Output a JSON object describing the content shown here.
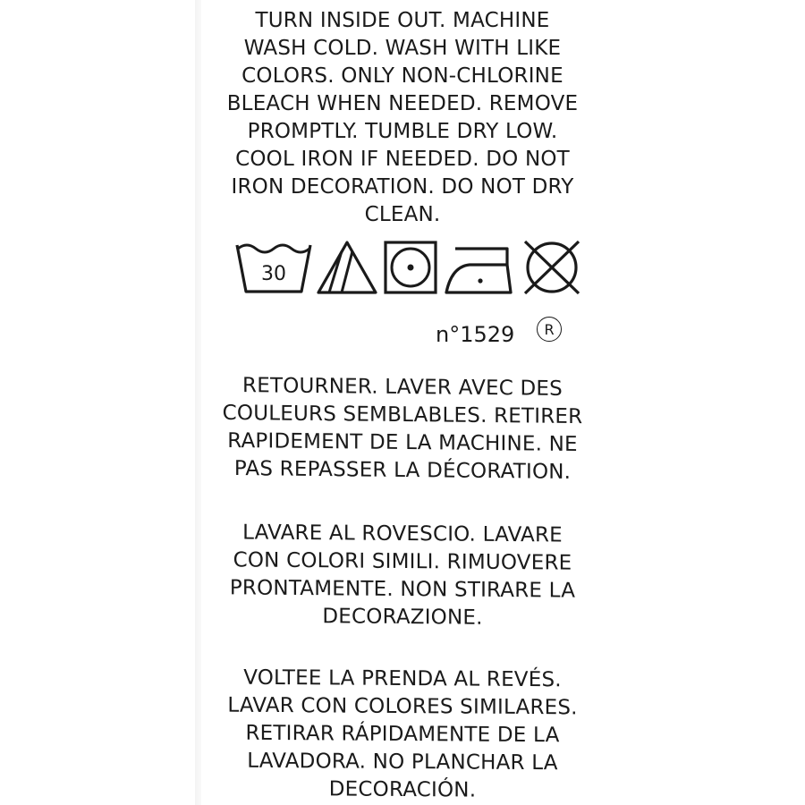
{
  "care_label": {
    "english": [
      "TURN INSIDE OUT. MACHINE",
      "WASH COLD. WASH WITH LIKE",
      "COLORS. ONLY NON-CHLORINE",
      "BLEACH WHEN NEEDED. REMOVE",
      "PROMPTLY. TUMBLE DRY LOW.",
      "COOL IRON IF NEEDED. DO NOT",
      "IRON DECORATION. DO NOT DRY",
      "CLEAN."
    ],
    "wash_temperature": "30",
    "symbols": [
      "wash-30-icon",
      "non-chlorine-bleach-icon",
      "tumble-dry-low-icon",
      "cool-iron-icon",
      "do-not-dry-clean-icon"
    ],
    "certificate_number": "n°1529",
    "registered_mark": "R",
    "french": [
      "RETOURNER. LAVER AVEC DES",
      "COULEURS SEMBLABLES. RETIRER",
      "RAPIDEMENT DE LA MACHINE. NE",
      "PAS REPASSER LA DÉCORATION."
    ],
    "italian": [
      "LAVARE AL ROVESCIO. LAVARE",
      "CON COLORI SIMILI. RIMUOVERE",
      "PRONTAMENTE. NON STIRARE LA",
      "DECORAZIONE."
    ],
    "spanish": [
      "VOLTEE LA PRENDA AL REVÉS.",
      "LAVAR CON COLORES SIMILARES.",
      "RETIRAR RÁPIDAMENTE DE LA",
      "LAVADORA. NO PLANCHAR LA",
      "DECORACIÓN."
    ]
  }
}
